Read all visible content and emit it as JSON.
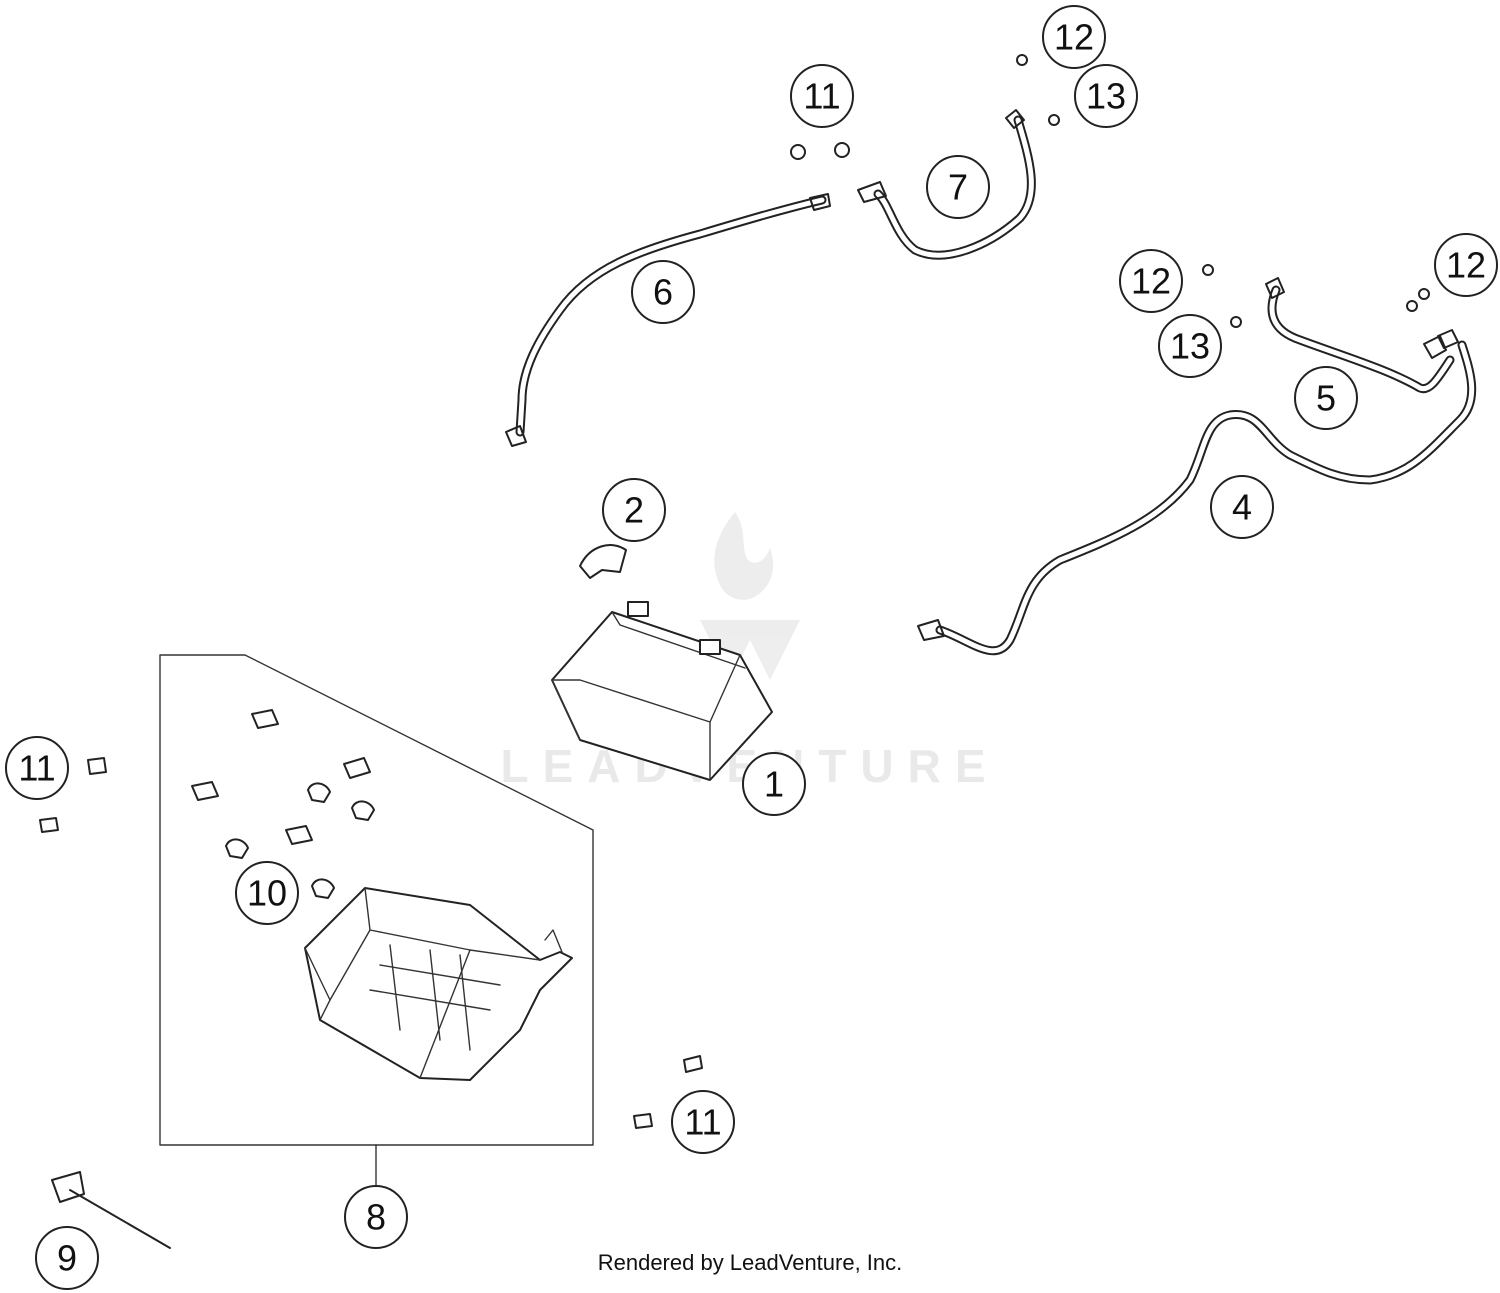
{
  "diagram": {
    "callouts": [
      {
        "label": "1"
      },
      {
        "label": "2"
      },
      {
        "label": "4"
      },
      {
        "label": "5"
      },
      {
        "label": "6"
      },
      {
        "label": "7"
      },
      {
        "label": "8"
      },
      {
        "label": "9"
      },
      {
        "label": "10"
      },
      {
        "label": "11"
      },
      {
        "label": "11"
      },
      {
        "label": "11"
      },
      {
        "label": "12"
      },
      {
        "label": "12"
      },
      {
        "label": "12"
      },
      {
        "label": "13"
      },
      {
        "label": "13"
      }
    ],
    "watermark": "LEADVENTURE",
    "credit": "Rendered by LeadVenture, Inc."
  }
}
